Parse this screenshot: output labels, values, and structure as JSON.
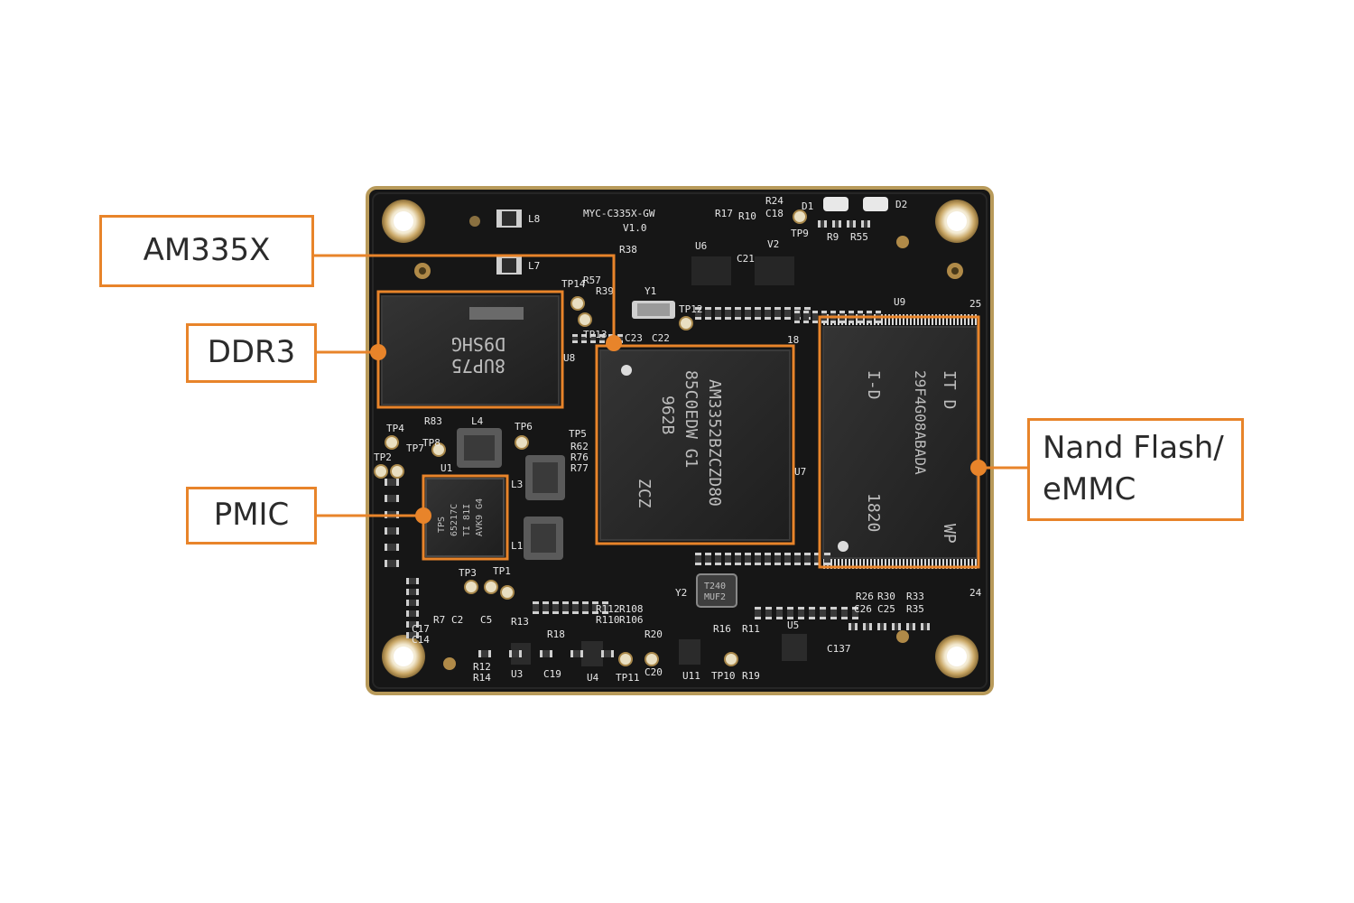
{
  "board": {
    "model": "MYC-C335X-GW",
    "version": "V1.0",
    "silkscreen": [
      "L8",
      "L7",
      "R17",
      "R10",
      "C18",
      "R24",
      "D1",
      "D2",
      "TP9",
      "R9",
      "R55",
      "U6",
      "C21",
      "V2",
      "R38",
      "TP14",
      "R57",
      "R39",
      "Y1",
      "TP12",
      "C23",
      "C22",
      "TP13",
      "U8",
      "TP4",
      "R83",
      "L4",
      "TP6",
      "TP5",
      "R62",
      "R76",
      "R77",
      "TP2",
      "TP7",
      "TP8",
      "U1",
      "L3",
      "L1",
      "U9",
      "U7",
      "TP3",
      "TP1",
      "R13",
      "R18",
      "R12",
      "R14",
      "U3",
      "C19",
      "U4",
      "TP11",
      "R20",
      "C20",
      "R16",
      "R11",
      "U5",
      "U11",
      "TP10",
      "R19",
      "C137",
      "Y2",
      "C17",
      "C14",
      "R7",
      "C2",
      "C5",
      "R112",
      "R110",
      "R108",
      "R106",
      "R26",
      "R30",
      "C26",
      "C25",
      "R33",
      "R35",
      "18",
      "24",
      "25"
    ]
  },
  "chips": {
    "ddr3": [
      "8UP75",
      "D9SHG"
    ],
    "cpu": [
      "AM3352BZCZD80",
      "85C0EDW G1",
      "962B",
      "ZCZ"
    ],
    "flash": [
      "I-D",
      "IT D",
      "29F4G08ABADA",
      "1820",
      "WP"
    ],
    "pmic": [
      "TPS",
      "65217C",
      "TI 81I",
      "AVK9 G4"
    ],
    "crystal": [
      "T240",
      "MUF2"
    ]
  },
  "callouts": {
    "am335x": "AM335X",
    "ddr3": "DDR3",
    "pmic": "PMIC",
    "nand_line1": "Nand Flash/",
    "nand_line2": "eMMC"
  },
  "colors": {
    "accent": "#e8842a",
    "pcb": "#161616",
    "pcb_edge": "#b89a5a",
    "chip": "#2a2a2a"
  }
}
